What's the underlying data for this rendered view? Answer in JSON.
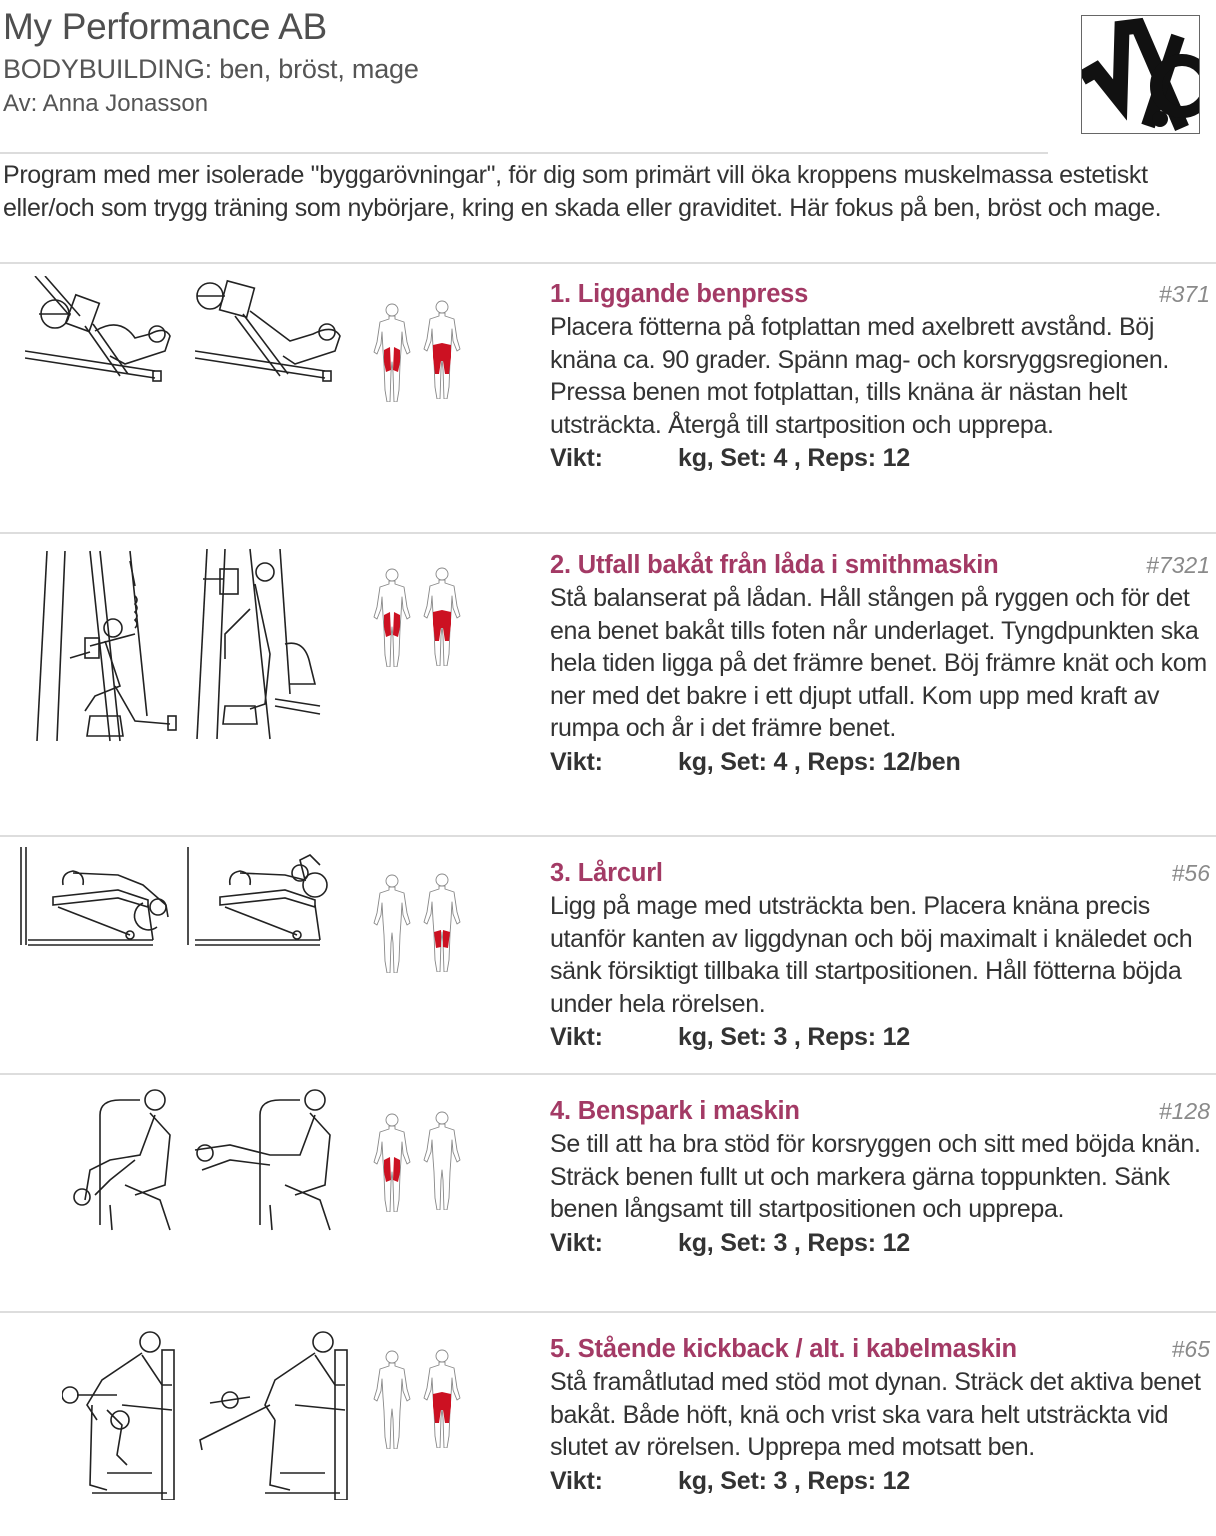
{
  "header": {
    "company": "My Performance AB",
    "subtitle": "BODYBUILDING: ben, bröst, mage",
    "author": "Av: Anna Jonasson",
    "logo_icon": "mp-logo"
  },
  "intro": "Program med mer isolerade \"byggarövningar\", för dig som primärt vill öka kroppens muskelmassa estetiskt eller/och som trygg träning som nybörjare, kring en skada eller graviditet. Här fokus på ben, bröst och mage.",
  "colors": {
    "title_accent": "#a33a65",
    "muscle_highlight": "#cc1122",
    "id_gray": "#8a8a8a",
    "divider": "#dddddd"
  },
  "exercises": [
    {
      "title": "1. Liggande benpress",
      "id": "#371",
      "description": "Placera fötterna på fotplattan med axelbrett avstånd. Böj knäna ca. 90 grader. Spänn mag- och korsryggsregionen. Pressa benen mot fotplattan, tills knäna är nästan helt utsträckta. Återgå till startposition och upprepa.",
      "vikt_label": "Vikt:",
      "stats": "kg, Set: 4 , Reps: 12",
      "illustration": "leg-press-machine",
      "muscles_front": "quadriceps",
      "muscles_back": "glutes-hamstrings"
    },
    {
      "title": "2. Utfall bakåt från låda i smithmaskin",
      "id": "#7321",
      "description": "Stå balanserat på lådan. Håll stången på ryggen och för det ena benet bakåt tills foten når underlaget. Tyngdpunkten ska hela tiden ligga på det främre benet. Böj främre knät och kom ner med det bakre i ett djupt utfall. Kom upp med kraft av rumpa och år i det främre benet.",
      "vikt_label": "Vikt:",
      "stats": "kg, Set: 4 , Reps: 12/ben",
      "illustration": "smith-machine-lunge",
      "muscles_front": "quadriceps",
      "muscles_back": "glutes-hamstrings"
    },
    {
      "title": "3. Lårcurl",
      "id": "#56",
      "description": "Ligg på mage med utsträckta ben. Placera knäna precis utanför kanten av liggdynan och böj maximalt i knäledet och sänk försiktigt tillbaka till startpositionen. Håll fötterna böjda under hela rörelsen.",
      "vikt_label": "Vikt:",
      "stats": "kg, Set: 3 , Reps: 12",
      "illustration": "lying-leg-curl",
      "muscles_front": "none",
      "muscles_back": "hamstrings"
    },
    {
      "title": "4. Benspark i maskin",
      "id": "#128",
      "description": "Se till att ha bra stöd för korsryggen och sitt med böjda knän. Sträck benen fullt ut och markera gärna toppunkten. Sänk benen långsamt till startpositionen och upprepa.",
      "vikt_label": "Vikt:",
      "stats": "kg, Set: 3 , Reps: 12",
      "illustration": "leg-extension-machine",
      "muscles_front": "quadriceps",
      "muscles_back": "none"
    },
    {
      "title": "5. Stående kickback / alt. i kabelmaskin",
      "id": "#65",
      "description": "Stå framåtlutad med stöd mot dynan. Sträck det aktiva benet bakåt. Både höft, knä och vrist ska vara helt utsträckta vid slutet av rörelsen. Upprepa med motsatt ben.",
      "vikt_label": "Vikt:",
      "stats": "kg, Set: 3 , Reps: 12",
      "illustration": "standing-kickback-machine",
      "muscles_front": "none",
      "muscles_back": "glutes-hamstrings"
    }
  ]
}
